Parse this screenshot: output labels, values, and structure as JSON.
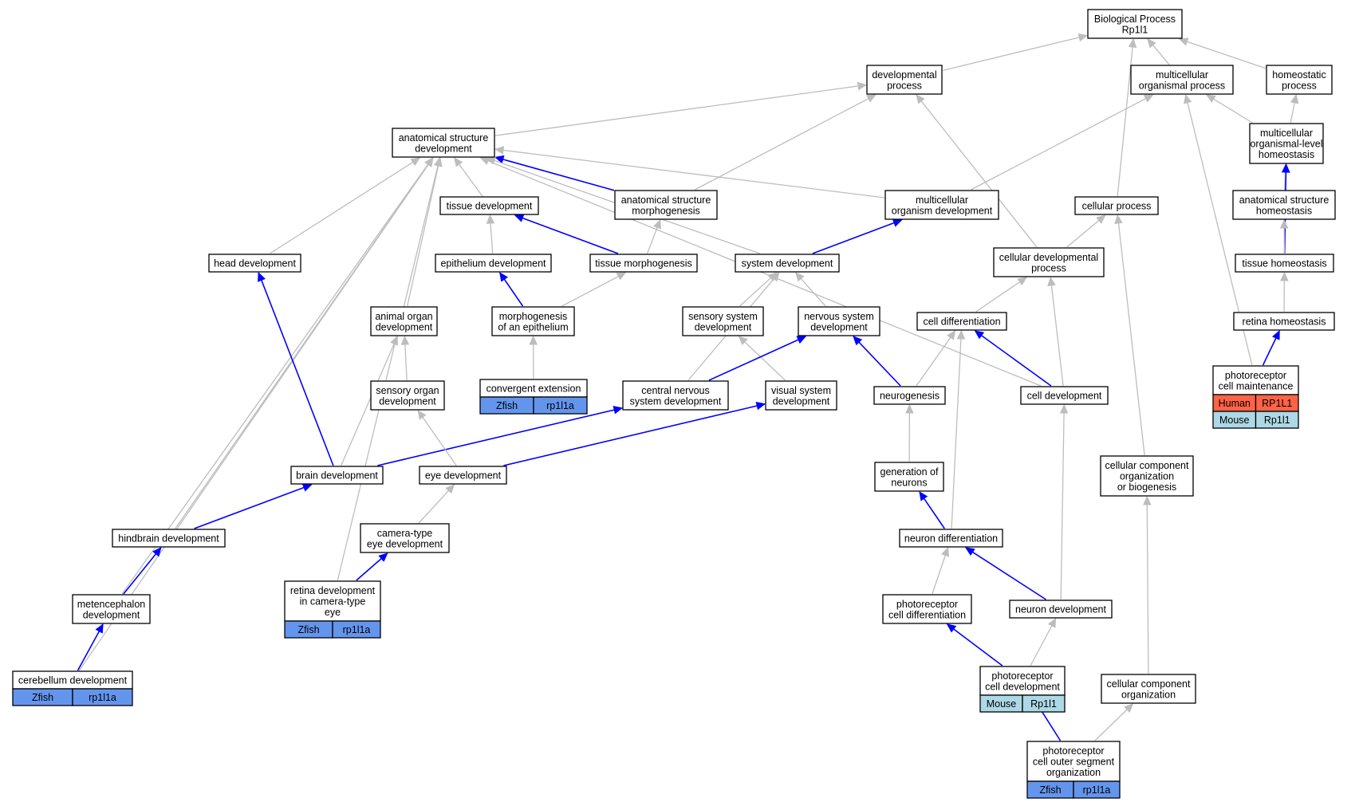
{
  "colors": {
    "zfish": "#6495ED",
    "human": "#FF6347",
    "mouse": "#ADD8E6",
    "gray_edge": "#bdbdbd",
    "blue_edge": "#0000ff"
  },
  "nodes": {
    "bp": {
      "lines": [
        "Biological Process",
        "Rp1l1"
      ]
    },
    "dev": {
      "lines": [
        "developmental",
        "process"
      ]
    },
    "mop": {
      "lines": [
        "multicellular",
        "organismal process"
      ]
    },
    "hp": {
      "lines": [
        "homeostatic",
        "process"
      ]
    },
    "asd": {
      "lines": [
        "anatomical structure",
        "development"
      ]
    },
    "mlh": {
      "lines": [
        "multicellular",
        "organismal-level",
        "homeostasis"
      ]
    },
    "td": {
      "lines": [
        "tissue development"
      ]
    },
    "asm": {
      "lines": [
        "anatomical structure",
        "morphogenesis"
      ]
    },
    "mod": {
      "lines": [
        "multicellular",
        "organism development"
      ]
    },
    "cp": {
      "lines": [
        "cellular process"
      ]
    },
    "ash": {
      "lines": [
        "anatomical structure",
        "homeostasis"
      ]
    },
    "hd": {
      "lines": [
        "head development"
      ]
    },
    "ed": {
      "lines": [
        "epithelium development"
      ]
    },
    "tm": {
      "lines": [
        "tissue morphogenesis"
      ]
    },
    "sd": {
      "lines": [
        "system development"
      ]
    },
    "cdp": {
      "lines": [
        "cellular developmental",
        "process"
      ]
    },
    "th": {
      "lines": [
        "tissue homeostasis"
      ]
    },
    "aod": {
      "lines": [
        "animal organ",
        "development"
      ]
    },
    "moe": {
      "lines": [
        "morphogenesis",
        "of an epithelium"
      ]
    },
    "ssd": {
      "lines": [
        "sensory system",
        "development"
      ]
    },
    "nsd": {
      "lines": [
        "nervous system",
        "development"
      ]
    },
    "cdiff": {
      "lines": [
        "cell differentiation"
      ]
    },
    "rh": {
      "lines": [
        "retina homeostasis"
      ]
    },
    "sod": {
      "lines": [
        "sensory organ",
        "development"
      ]
    },
    "ce": {
      "lines": [
        "convergent extension"
      ],
      "species": [
        {
          "label": "Zfish",
          "gene": "rp1l1a",
          "color": "zfish"
        }
      ]
    },
    "cnsd": {
      "lines": [
        "central nervous",
        "system development"
      ]
    },
    "vsd": {
      "lines": [
        "visual system",
        "development"
      ]
    },
    "ng": {
      "lines": [
        "neurogenesis"
      ]
    },
    "celldev": {
      "lines": [
        "cell development"
      ]
    },
    "pcm": {
      "lines": [
        "photoreceptor",
        "cell maintenance"
      ],
      "species": [
        {
          "label": "Human",
          "gene": "RP1L1",
          "color": "human"
        },
        {
          "label": "Mouse",
          "gene": "Rp1l1",
          "color": "mouse"
        }
      ]
    },
    "bd": {
      "lines": [
        "brain development"
      ]
    },
    "eyed": {
      "lines": [
        "eye development"
      ]
    },
    "gon": {
      "lines": [
        "generation of",
        "neurons"
      ]
    },
    "ccob": {
      "lines": [
        "cellular component",
        "organization",
        "or biogenesis"
      ]
    },
    "hbd": {
      "lines": [
        "hindbrain development"
      ]
    },
    "ctd": {
      "lines": [
        "camera-type",
        "eye development"
      ]
    },
    "nd": {
      "lines": [
        "neuron differentiation"
      ]
    },
    "md": {
      "lines": [
        "metencephalon",
        "development"
      ]
    },
    "rd": {
      "lines": [
        "retina development",
        "in camera-type",
        "eye"
      ],
      "species": [
        {
          "label": "Zfish",
          "gene": "rp1l1a",
          "color": "zfish"
        }
      ]
    },
    "pcd": {
      "lines": [
        "photoreceptor",
        "cell differentiation"
      ]
    },
    "ndev": {
      "lines": [
        "neuron development"
      ]
    },
    "cbd": {
      "lines": [
        "cerebellum development"
      ],
      "species": [
        {
          "label": "Zfish",
          "gene": "rp1l1a",
          "color": "zfish"
        }
      ]
    },
    "pcdev": {
      "lines": [
        "photoreceptor",
        "cell development"
      ],
      "species": [
        {
          "label": "Mouse",
          "gene": "Rp1l1",
          "color": "mouse"
        }
      ]
    },
    "cco": {
      "lines": [
        "cellular component",
        "organization"
      ]
    },
    "pcos": {
      "lines": [
        "photoreceptor",
        "cell outer segment",
        "organization"
      ],
      "species": [
        {
          "label": "Zfish",
          "gene": "rp1l1a",
          "color": "zfish"
        }
      ]
    }
  },
  "edges": [
    {
      "from": "dev",
      "to": "bp",
      "color": "gray"
    },
    {
      "from": "mop",
      "to": "bp",
      "color": "gray"
    },
    {
      "from": "hp",
      "to": "bp",
      "color": "gray"
    },
    {
      "from": "cp",
      "to": "bp",
      "color": "gray"
    },
    {
      "from": "asd",
      "to": "dev",
      "color": "gray"
    },
    {
      "from": "asm",
      "to": "dev",
      "color": "gray"
    },
    {
      "from": "cdp",
      "to": "dev",
      "color": "gray"
    },
    {
      "from": "mod",
      "to": "mop",
      "color": "gray"
    },
    {
      "from": "mlh",
      "to": "mop",
      "color": "gray"
    },
    {
      "from": "pcm",
      "to": "mop",
      "color": "gray"
    },
    {
      "from": "mlh",
      "to": "hp",
      "color": "gray"
    },
    {
      "from": "ash",
      "to": "mlh",
      "color": "gray"
    },
    {
      "from": "th",
      "to": "mlh",
      "color": "blue"
    },
    {
      "from": "th",
      "to": "ash",
      "color": "gray"
    },
    {
      "from": "rh",
      "to": "th",
      "color": "gray"
    },
    {
      "from": "pcm",
      "to": "rh",
      "color": "blue"
    },
    {
      "from": "td",
      "to": "asd",
      "color": "gray"
    },
    {
      "from": "asm",
      "to": "asd",
      "color": "blue"
    },
    {
      "from": "mod",
      "to": "asd",
      "color": "gray"
    },
    {
      "from": "hd",
      "to": "asd",
      "color": "gray"
    },
    {
      "from": "sd",
      "to": "asd",
      "color": "gray"
    },
    {
      "from": "aod",
      "to": "asd",
      "color": "gray"
    },
    {
      "from": "celldev",
      "to": "asd",
      "color": "gray"
    },
    {
      "from": "hbd",
      "to": "asd",
      "color": "gray"
    },
    {
      "from": "md",
      "to": "asd",
      "color": "gray"
    },
    {
      "from": "cbd",
      "to": "asd",
      "color": "gray"
    },
    {
      "from": "rd",
      "to": "asd",
      "color": "gray"
    },
    {
      "from": "ed",
      "to": "td",
      "color": "gray"
    },
    {
      "from": "tm",
      "to": "td",
      "color": "blue"
    },
    {
      "from": "tm",
      "to": "asm",
      "color": "gray"
    },
    {
      "from": "sd",
      "to": "mod",
      "color": "blue"
    },
    {
      "from": "moe",
      "to": "ed",
      "color": "blue"
    },
    {
      "from": "moe",
      "to": "tm",
      "color": "gray"
    },
    {
      "from": "ce",
      "to": "moe",
      "color": "gray"
    },
    {
      "from": "ssd",
      "to": "sd",
      "color": "gray"
    },
    {
      "from": "nsd",
      "to": "sd",
      "color": "gray"
    },
    {
      "from": "cnsd",
      "to": "sd",
      "color": "gray"
    },
    {
      "from": "vsd",
      "to": "ssd",
      "color": "gray"
    },
    {
      "from": "cnsd",
      "to": "nsd",
      "color": "blue"
    },
    {
      "from": "ng",
      "to": "nsd",
      "color": "blue"
    },
    {
      "from": "cdp",
      "to": "cp",
      "color": "gray"
    },
    {
      "from": "ccob",
      "to": "cp",
      "color": "gray"
    },
    {
      "from": "cdiff",
      "to": "cdp",
      "color": "gray"
    },
    {
      "from": "celldev",
      "to": "cdp",
      "color": "gray"
    },
    {
      "from": "ng",
      "to": "cdiff",
      "color": "gray"
    },
    {
      "from": "celldev",
      "to": "cdiff",
      "color": "blue"
    },
    {
      "from": "nd",
      "to": "cdiff",
      "color": "gray"
    },
    {
      "from": "gon",
      "to": "ng",
      "color": "gray"
    },
    {
      "from": "nd",
      "to": "gon",
      "color": "blue"
    },
    {
      "from": "pcd",
      "to": "nd",
      "color": "gray"
    },
    {
      "from": "ndev",
      "to": "nd",
      "color": "blue"
    },
    {
      "from": "ndev",
      "to": "celldev",
      "color": "gray"
    },
    {
      "from": "pcdev",
      "to": "pcd",
      "color": "blue"
    },
    {
      "from": "pcdev",
      "to": "ndev",
      "color": "gray"
    },
    {
      "from": "pcos",
      "to": "pcdev",
      "color": "blue"
    },
    {
      "from": "pcos",
      "to": "cco",
      "color": "gray"
    },
    {
      "from": "cco",
      "to": "ccob",
      "color": "gray"
    },
    {
      "from": "bd",
      "to": "hd",
      "color": "blue"
    },
    {
      "from": "bd",
      "to": "cnsd",
      "color": "blue"
    },
    {
      "from": "bd",
      "to": "aod",
      "color": "gray"
    },
    {
      "from": "sod",
      "to": "aod",
      "color": "gray"
    },
    {
      "from": "eyed",
      "to": "sod",
      "color": "gray"
    },
    {
      "from": "eyed",
      "to": "vsd",
      "color": "blue"
    },
    {
      "from": "hbd",
      "to": "bd",
      "color": "blue"
    },
    {
      "from": "ctd",
      "to": "eyed",
      "color": "gray"
    },
    {
      "from": "md",
      "to": "hbd",
      "color": "blue"
    },
    {
      "from": "rd",
      "to": "ctd",
      "color": "blue"
    },
    {
      "from": "cbd",
      "to": "md",
      "color": "blue"
    }
  ]
}
